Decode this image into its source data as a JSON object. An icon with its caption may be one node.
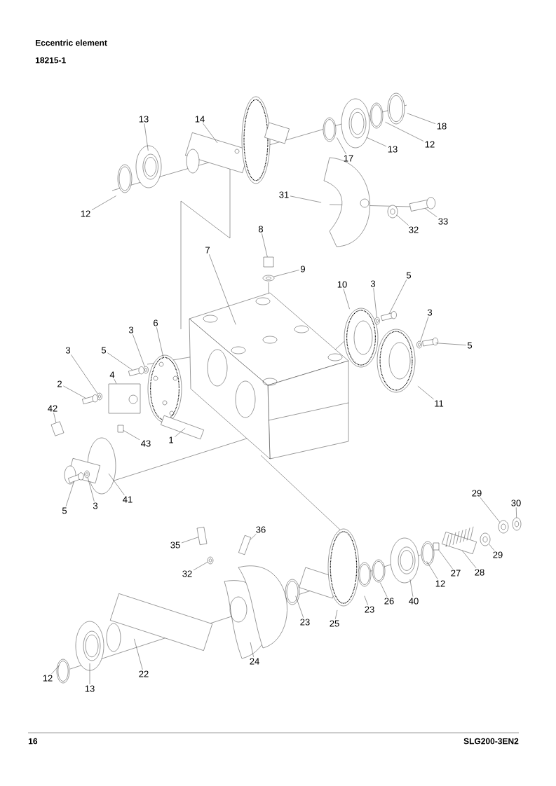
{
  "diagram": {
    "title": "Eccentric element",
    "nodes": [
      {
        "text": [
          "13"
        ]
      },
      {
        "text": [
          "14"
        ]
      },
      {
        "text": [
          "12"
        ]
      },
      {
        "text": [
          "17"
        ]
      },
      {
        "text": [
          "13"
        ]
      },
      {
        "text": [
          "12"
        ]
      },
      {
        "text": [
          "18"
        ]
      },
      {
        "text": [
          "31"
        ]
      },
      {
        "text": [
          "32"
        ]
      },
      {
        "text": [
          "33"
        ]
      },
      {
        "text": [
          "8"
        ]
      },
      {
        "text": [
          "9"
        ]
      },
      {
        "text": [
          "7"
        ]
      },
      {
        "text": [
          "10"
        ]
      },
      {
        "text": [
          "3"
        ]
      },
      {
        "text": [
          "5"
        ]
      },
      {
        "text": [
          "3"
        ]
      },
      {
        "text": [
          "5"
        ]
      },
      {
        "text": [
          "11"
        ]
      },
      {
        "text": [
          "6"
        ]
      },
      {
        "text": [
          "3"
        ]
      },
      {
        "text": [
          "5"
        ]
      },
      {
        "text": [
          "3"
        ]
      },
      {
        "text": [
          "4"
        ]
      },
      {
        "text": [
          "2"
        ]
      },
      {
        "text": [
          "42"
        ]
      },
      {
        "text": [
          "43"
        ]
      },
      {
        "text": [
          "1"
        ]
      },
      {
        "text": [
          "41"
        ]
      },
      {
        "text": [
          "5"
        ]
      },
      {
        "text": [
          "3"
        ]
      },
      {
        "text": [
          "29"
        ]
      },
      {
        "text": [
          "30"
        ]
      },
      {
        "text": [
          "29"
        ]
      },
      {
        "text": [
          "28"
        ]
      },
      {
        "text": [
          "27"
        ]
      },
      {
        "text": [
          "12"
        ]
      },
      {
        "text": [
          "40"
        ]
      },
      {
        "text": [
          "26"
        ]
      },
      {
        "text": [
          "23"
        ]
      },
      {
        "text": [
          "25"
        ]
      },
      {
        "text": [
          "23"
        ]
      },
      {
        "text": [
          "24"
        ]
      },
      {
        "text": [
          "22"
        ]
      },
      {
        "text": [
          "36"
        ]
      },
      {
        "text": [
          "35"
        ]
      },
      {
        "text": [
          "32"
        ]
      },
      {
        "text": [
          "12"
        ]
      },
      {
        "text": [
          "13"
        ]
      },
      {
        "text": [],
        "shape": "box"
      },
      {
        "text": [],
        "shape": "circle"
      },
      {
        "text": [],
        "shape": "box"
      },
      {
        "text": [],
        "shape": "circle"
      },
      {
        "text": [],
        "shape": "box"
      },
      {
        "text": [],
        "shape": "circle"
      },
      {
        "text": [],
        "shape": "box"
      },
      {
        "text": [],
        "shape": "circle"
      },
      {
        "text": [],
        "shape": "circle"
      },
      {
        "text": [],
        "shape": "box"
      },
      {
        "text": [],
        "shape": "circle"
      },
      {
        "text": [],
        "shape": "box"
      },
      {
        "text": [],
        "shape": "box"
      },
      {
        "text": [],
        "shape": "box"
      },
      {
        "text": [],
        "shape": "circle"
      },
      {
        "text": [],
        "shape": "box"
      },
      {
        "text": [],
        "shape": "circle"
      },
      {
        "text": [],
        "shape": "circle"
      },
      {
        "text": [],
        "shape": "box"
      },
      {
        "text": [],
        "shape": "circle"
      },
      {
        "text": [],
        "shape": "box"
      },
      {
        "text": [],
        "shape": "box"
      },
      {
        "text": [],
        "shape": "circle"
      }
    ],
    "edges": [
      {
        "from": 0,
        "to": null,
        "arrow": "none"
      },
      {
        "from": 1,
        "to": null,
        "arrow": "none"
      },
      {
        "from": 2,
        "to": null,
        "arrow": "none"
      },
      {
        "from": 3,
        "to": null,
        "arrow": "none"
      },
      {
        "from": 4,
        "to": null,
        "arrow": "none"
      },
      {
        "from": 5,
        "to": null,
        "arrow": "none"
      },
      {
        "from": 6,
        "to": null,
        "arrow": "none"
      },
      {
        "from": 7,
        "to": null,
        "arrow": "none"
      },
      {
        "from": 8,
        "to": 50,
        "arrow": "none"
      },
      {
        "from": 9,
        "to": 49,
        "arrow": "none"
      },
      {
        "from": 10,
        "to": 51,
        "arrow": "none"
      },
      {
        "from": 11,
        "to": 52,
        "arrow": "none"
      },
      {
        "from": 12,
        "to": null,
        "arrow": "none"
      },
      {
        "from": 13,
        "to": null,
        "arrow": "none"
      },
      {
        "from": 14,
        "to": 54,
        "arrow": "none"
      },
      {
        "from": 15,
        "to": 53,
        "arrow": "none"
      },
      {
        "from": 16,
        "to": 56,
        "arrow": "none"
      },
      {
        "from": 17,
        "to": 55,
        "arrow": "none"
      },
      {
        "from": 18,
        "to": null,
        "arrow": "none"
      },
      {
        "from": 19,
        "to": null,
        "arrow": "none"
      },
      {
        "from": 20,
        "to": 57,
        "arrow": "none"
      },
      {
        "from": 21,
        "to": 58,
        "arrow": "none"
      },
      {
        "from": 22,
        "to": 59,
        "arrow": "none"
      },
      {
        "from": 23,
        "to": null,
        "arrow": "none"
      },
      {
        "from": 24,
        "to": 60,
        "arrow": "none"
      },
      {
        "from": 25,
        "to": 61,
        "arrow": "none"
      },
      {
        "from": 26,
        "to": 62,
        "arrow": "none"
      },
      {
        "from": 27,
        "to": null,
        "arrow": "none"
      },
      {
        "from": 28,
        "to": null,
        "arrow": "none"
      },
      {
        "from": 29,
        "to": 64,
        "arrow": "none"
      },
      {
        "from": 30,
        "to": 63,
        "arrow": "none"
      },
      {
        "from": 31,
        "to": 66,
        "arrow": "none"
      },
      {
        "from": 32,
        "to": 65,
        "arrow": "none"
      },
      {
        "from": 33,
        "to": 68,
        "arrow": "none"
      },
      {
        "from": 34,
        "to": null,
        "arrow": "none"
      },
      {
        "from": 35,
        "to": 70,
        "arrow": "none"
      },
      {
        "from": 36,
        "to": null,
        "arrow": "none"
      },
      {
        "from": 37,
        "to": null,
        "arrow": "none"
      },
      {
        "from": 38,
        "to": null,
        "arrow": "none"
      },
      {
        "from": 39,
        "to": null,
        "arrow": "none"
      },
      {
        "from": 40,
        "to": null,
        "arrow": "none"
      },
      {
        "from": 41,
        "to": null,
        "arrow": "none"
      },
      {
        "from": 42,
        "to": null,
        "arrow": "none"
      },
      {
        "from": 43,
        "to": null,
        "arrow": "none"
      },
      {
        "from": 44,
        "to": 69,
        "arrow": "none"
      },
      {
        "from": 45,
        "to": 67,
        "arrow": "none"
      },
      {
        "from": 46,
        "to": 71,
        "arrow": "none"
      },
      {
        "from": 47,
        "to": null,
        "arrow": "none"
      },
      {
        "from": 48,
        "to": null,
        "arrow": "none"
      }
    ],
    "labels": [
      "18215-1",
      "16",
      "SLG200-3EN2"
    ]
  }
}
